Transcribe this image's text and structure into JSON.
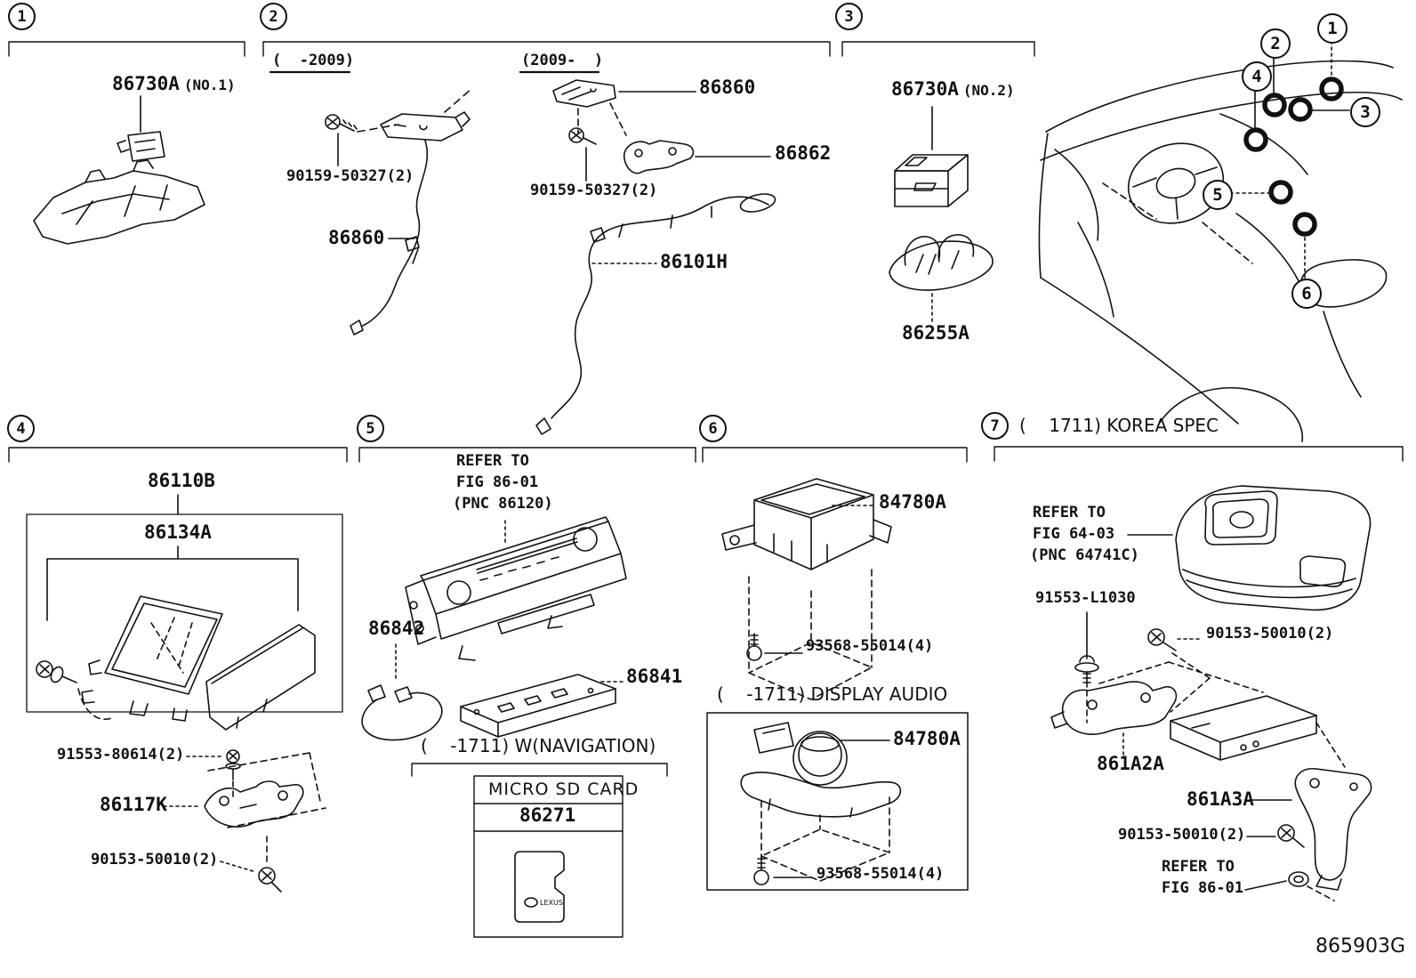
{
  "footer_code": "865903G",
  "colors": {
    "ink": "#111111",
    "background": "#ffffff"
  },
  "callouts": {
    "c1": "1",
    "c2": "2",
    "c3": "3",
    "c4": "4",
    "c5": "5",
    "c6": "6"
  },
  "sections": {
    "s1": {
      "num": "1",
      "part": "86730A",
      "variant": "(NO.1)"
    },
    "s2": {
      "num": "2",
      "range_early": "(  -2009)",
      "range_late": "(2009-  )",
      "screw_early": "90159-50327(2)",
      "amp_early": "86860",
      "plate_late": "86860",
      "bracket_late": "86862",
      "screw_late": "90159-50327(2)",
      "harness": "86101H"
    },
    "s3": {
      "num": "3",
      "part": "86730A",
      "variant": "(NO.2)",
      "holder": "86255A"
    },
    "s4": {
      "num": "4",
      "assembly": "86110B",
      "display": "86134A",
      "screw_top": "91553-80614(2)",
      "bracket": "86117K",
      "screw_bottom": "90153-50010(2)"
    },
    "s5": {
      "num": "5",
      "refer_line1": "REFER TO",
      "refer_line2": "FIG 86-01",
      "refer_line3": "(PNC 86120)",
      "cable": "86842",
      "amplifier": "86841",
      "nav_note": "(    -1711) W(NAVIGATION)",
      "sd_title": "MICRO SD CARD",
      "sd_part": "86271",
      "sd_logo": "LEXUS"
    },
    "s6": {
      "num": "6",
      "controller": "84780A",
      "screws": "93568-55014(4)",
      "da_note": "(    -1711) DISPLAY AUDIO",
      "controller_da": "84780A",
      "screws_da": "93568-55014(4)"
    },
    "s7": {
      "num": "7",
      "korea_note": "(    1711) KOREA SPEC",
      "refer64_line1": "REFER TO",
      "refer64_line2": "FIG 64-03",
      "refer64_line3": "(PNC 64741C)",
      "screw_l": "91553-L1030",
      "screw_upper": "90153-50010(2)",
      "bracket_a": "861A2A",
      "bracket_b": "861A3A",
      "screw_lower": "90153-50010(2)",
      "refer86_line1": "REFER TO",
      "refer86_line2": "FIG 86-01"
    }
  }
}
